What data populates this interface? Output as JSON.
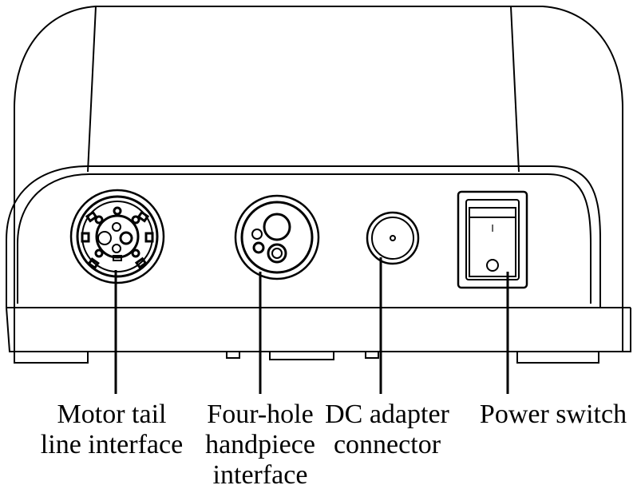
{
  "labels": {
    "motor_tail_line": [
      "Motor tail",
      "line interface"
    ],
    "four_hole_handpiece": [
      "Four-hole",
      "handpiece",
      "interface"
    ],
    "dc_adapter": [
      "DC adapter",
      "connector"
    ],
    "power_switch": [
      "Power switch"
    ]
  },
  "switch_marks": {
    "on": "I",
    "off": "O"
  },
  "colors": {
    "stroke": "#000000",
    "background": "#ffffff"
  }
}
